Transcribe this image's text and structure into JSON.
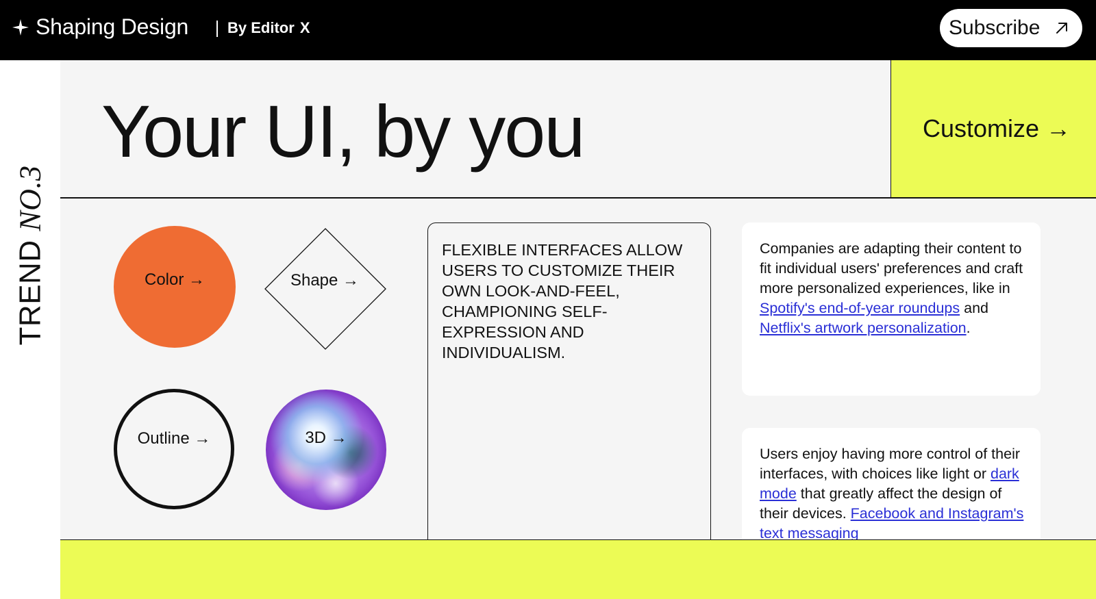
{
  "header": {
    "brand_name": "Shaping Design",
    "by_label": "By Editor",
    "by_mark": "X",
    "subscribe_label": "Subscribe"
  },
  "sidebar": {
    "trend_label": "TREND",
    "trend_number": "NO.3"
  },
  "hero": {
    "title": "Your UI, by you",
    "customize_label": "Customize →"
  },
  "shapes": {
    "color_label": "Color →",
    "shape_label": "Shape →",
    "outline_label": "Outline →",
    "threed_label": "3D →"
  },
  "statement": {
    "text": "FLEXIBLE INTERFACES ALLOW USERS TO CUSTOMIZE THEIR OWN LOOK-AND-FEEL, CHAMPIONING SELF-EXPRESSION AND INDIVIDUALISM."
  },
  "card1": {
    "text_before": "Companies are adapting their content to fit individual users' preferences and craft more personalized experiences, like in ",
    "link1": "Spotify's end-of-year roundups",
    "text_between": " and ",
    "link2": "Netflix's artwork personalization",
    "text_after": "."
  },
  "card2": {
    "text_before": "Users enjoy having more control of their interfaces, with choices like light or ",
    "link1": "dark mode",
    "text_between": " that greatly affect the design of their devices. ",
    "link2": "Facebook and Instagram's text messaging"
  },
  "colors": {
    "topbar": "#000000",
    "accent_yellow": "#ecfb55",
    "accent_orange": "#ef6c33",
    "link_blue": "#2a2fd6",
    "panel_bg": "#f5f5f5"
  }
}
